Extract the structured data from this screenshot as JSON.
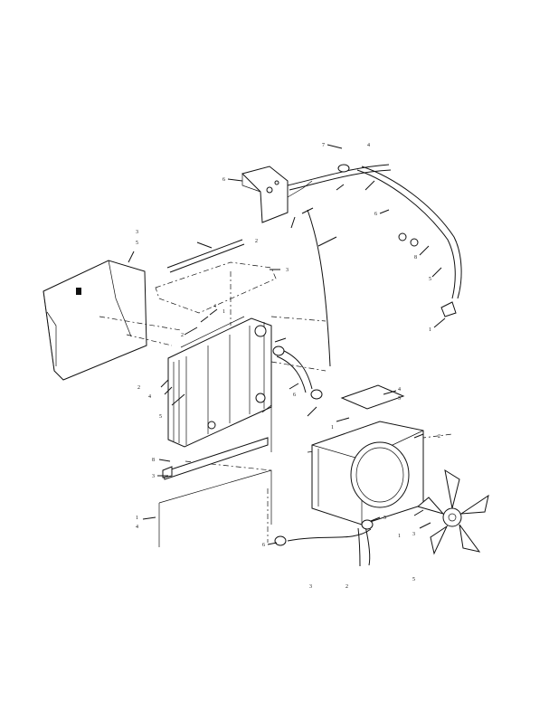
{
  "callouts": [
    {
      "id": "c-top-a",
      "text": "7"
    },
    {
      "id": "c-top-b",
      "text": "4"
    },
    {
      "id": "c-tank",
      "text": "6"
    },
    {
      "id": "c-shroud-a",
      "text": "3"
    },
    {
      "id": "c-shroud-b",
      "text": "5"
    },
    {
      "id": "c-rod",
      "text": "2"
    },
    {
      "id": "c-panel",
      "text": "3"
    },
    {
      "id": "c-bolt-a",
      "text": "4"
    },
    {
      "id": "c-bolt-b",
      "text": "1"
    },
    {
      "id": "c-bolt-c",
      "text": "2"
    },
    {
      "id": "c-hose-r1",
      "text": "6"
    },
    {
      "id": "c-hose-r2",
      "text": "8"
    },
    {
      "id": "c-hose-r3",
      "text": "5"
    },
    {
      "id": "c-hose-r4",
      "text": "1"
    },
    {
      "id": "c-left-a",
      "text": "2"
    },
    {
      "id": "c-left-b",
      "text": "4"
    },
    {
      "id": "c-rad",
      "text": "5"
    },
    {
      "id": "c-hose-mid",
      "text": "6"
    },
    {
      "id": "c-cover-a",
      "text": "4"
    },
    {
      "id": "c-cover-b",
      "text": "5"
    },
    {
      "id": "c-fanshroud",
      "text": "2"
    },
    {
      "id": "c-clip",
      "text": "1"
    },
    {
      "id": "c-bracket-a",
      "text": "8"
    },
    {
      "id": "c-bracket-b",
      "text": "3"
    },
    {
      "id": "c-lowpanel-a",
      "text": "1"
    },
    {
      "id": "c-lowpanel-b",
      "text": "4"
    },
    {
      "id": "c-lowhose",
      "text": "6"
    },
    {
      "id": "c-fan-a",
      "text": "5"
    },
    {
      "id": "c-fan-b",
      "text": "1"
    },
    {
      "id": "c-fan-c",
      "text": "3"
    },
    {
      "id": "c-bot-a",
      "text": "3"
    },
    {
      "id": "c-bot-b",
      "text": "2"
    },
    {
      "id": "c-bot-c",
      "text": "5"
    }
  ]
}
